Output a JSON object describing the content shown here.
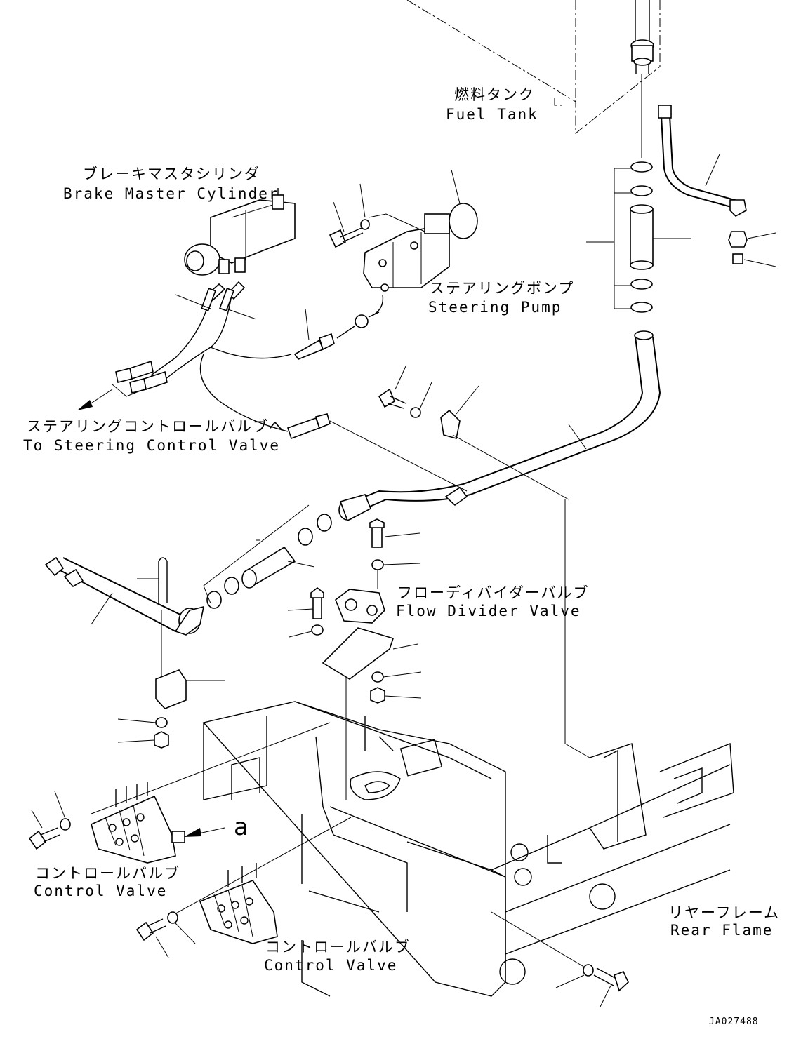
{
  "labels": {
    "fuel_tank_jp": "燃料タンク",
    "fuel_tank_en": "Fuel Tank",
    "brake_master_jp": "ブレーキマスタシリンダ",
    "brake_master_en": "Brake Master Cylinder",
    "steering_pump_jp": "ステアリングポンプ",
    "steering_pump_en": "Steering Pump",
    "to_steering_jp": "ステアリングコントロールバルブへ",
    "to_steering_en": "To Steering Control Valve",
    "flow_divider_jp": "フローディバイダーバルブ",
    "flow_divider_en": "Flow Divider Valve",
    "control_valve1_jp": "コントロールバルブ",
    "control_valve1_en": "Control Valve",
    "control_valve2_jp": "コントロールバルブ",
    "control_valve2_en": "Control Valve",
    "rear_frame_jp": "リヤーフレーム",
    "rear_frame_en": "Rear Flame",
    "view_a": "a",
    "drawing_no": "JA027488"
  }
}
